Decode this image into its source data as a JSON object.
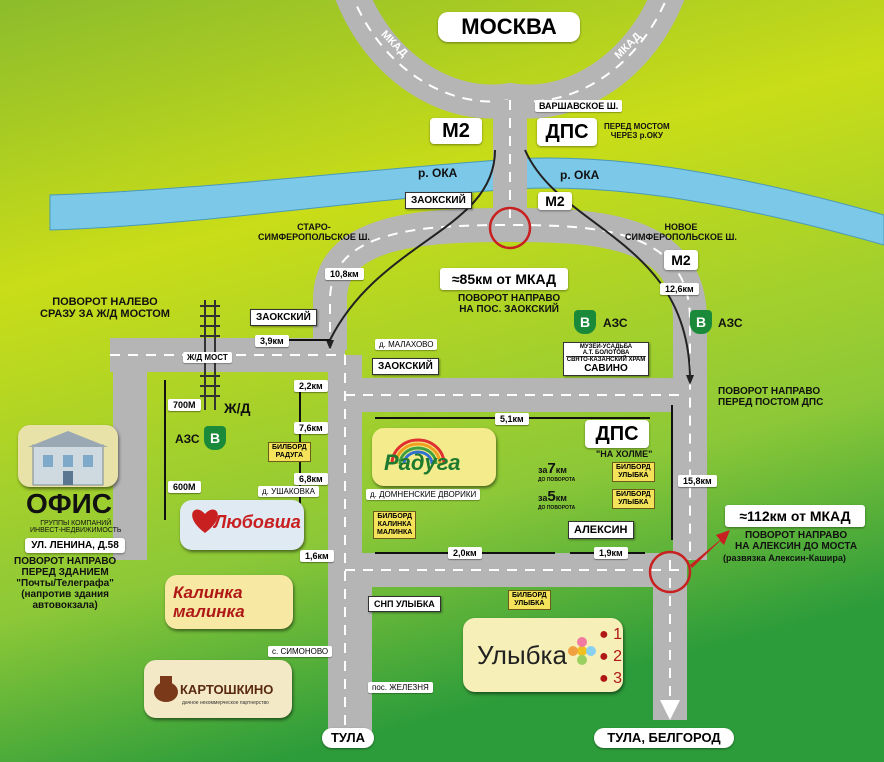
{
  "colors": {
    "bg_top": "#7fb52a",
    "bg_mid": "#c8dc1a",
    "bg_bottom": "#2fa33a",
    "road": "#b5b5b5",
    "river": "#7cc8e8",
    "azs": "#1a8a3a",
    "accent_red": "#c82020"
  },
  "cities": {
    "top": "МОСКВА",
    "bottom_left": "ТУЛА",
    "bottom_right": "ТУЛА, БЕЛГОРОД"
  },
  "roads": {
    "mkad_left": "МКАД",
    "mkad_right": "МКАД",
    "m2_top": "М2",
    "m2_mid": "М2",
    "m2_right": "М2",
    "varsh": "ВАРШАВСКОЕ Ш.",
    "staro": "СТАРО-\nСИМФЕРОПОЛЬСКОЕ Ш.",
    "novoe": "НОВОЕ\nСИМФЕРОПОЛЬСКОЕ Ш."
  },
  "river": {
    "left": "р. ОКА",
    "right": "р. ОКА"
  },
  "dps": {
    "top_label": "ДПС",
    "top_note": "ПЕРЕД МОСТОМ\nЧЕРЕЗ р.ОКУ",
    "mid_label": "ДПС",
    "mid_note": "\"НА ХОЛМЕ\""
  },
  "turn85": {
    "distance": "≈85км",
    "from": "от МКАД",
    "note": "ПОВОРОТ НАПРАВО\nНА ПОС. ЗАОКСКИЙ"
  },
  "turn112": {
    "distance": "≈112км",
    "from": "от МКАД",
    "note": "ПОВОРОТ НАПРАВО\nНА АЛЕКСИН ДО МОСТА",
    "note2": "(развязка Алексин-Кашира)"
  },
  "notes": {
    "left_turn": "ПОВОРОТ НАЛЕВО\nСРАЗУ ЗА Ж/Д МОСТОМ",
    "right_turn_dps": "ПОВОРОТ НАПРАВО\nПЕРЕД ПОСТОМ ДПС",
    "rail": "Ж/Д",
    "rail_bridge": "Ж/Д МОСТ"
  },
  "signs": {
    "zaoksky_top": "ЗАОКСКИЙ",
    "zaoksky_left": "ЗАОКСКИЙ",
    "zaoksky_mid": "ЗАОКСКИЙ",
    "museum": "МУЗЕЙ-УСАДЬБА\nА.Т. БОЛОТОВА",
    "temple": "СВЯТО-КАЗАНСКИЙ ХРАМ",
    "savino": "САВИНО",
    "aleksin": "АЛЕКСИН",
    "snp": "СНП УЛЫБКА"
  },
  "azs_label": "АЗС",
  "azs_letter": "B",
  "distances": {
    "d108": "10,8км",
    "d126": "12,6км",
    "d39": "3,9км",
    "d22": "2,2км",
    "d76": "7,6км",
    "d68": "6,8км",
    "d16": "1,6км",
    "d51": "5,1км",
    "d20": "2,0км",
    "d19": "1,9км",
    "d158": "15,8км",
    "d700": "700М",
    "d600": "600М"
  },
  "villages": {
    "malakhovo": "д. МАЛАХОВО",
    "ushakovka": "д. УШАКОВКА",
    "domnenskie": "д. ДОМНЕНСКИЕ ДВОРИКИ",
    "simonovo": "с. СИМОНОВО",
    "zheleznya": "пос. ЖЕЛЕЗНЯ"
  },
  "billboards": {
    "raduga": "БИЛБОРД\nРАДУГА",
    "ulybka1": "БИЛБОРД\nУЛЫБКА",
    "ulybka2": "БИЛБОРД\nУЛЫБКА",
    "kalinka": "БИЛБОРД\nКАЛИНКА\nМАЛИНКА",
    "ulybka3": "БИЛБОРД\nУЛЫБКА"
  },
  "za7": {
    "pre": "за",
    "num": "7",
    "unit": "км",
    "sub": "ДО ПОВОРОТА"
  },
  "za5": {
    "pre": "за",
    "num": "5",
    "unit": "км",
    "sub": "ДО ПОВОРОТА"
  },
  "office": {
    "title": "ОФИС",
    "company": "ГРУППЫ КОМПАНИЙ\nИНВЕСТ-НЕДВИЖИМОСТЬ",
    "address": "УЛ. ЛЕНИНА, Д.58",
    "directions": "ПОВОРОТ НАПРАВО\nПЕРЕД ЗДАНИЕМ\n\"Почты/Телеграфа\"\n(напротив здания\nавтовокзала)"
  },
  "places": {
    "raduga": "Радуга",
    "lubovsha": "Любовша",
    "kalinka": "Калинка малинка",
    "kartoshkino": "КАРТОШКИНО",
    "kartoshkino_sub": "дачное некоммерческое партнерство",
    "ulybka": "Улыбка",
    "ulybka_n1": "1",
    "ulybka_n2": "2",
    "ulybka_n3": "3"
  }
}
